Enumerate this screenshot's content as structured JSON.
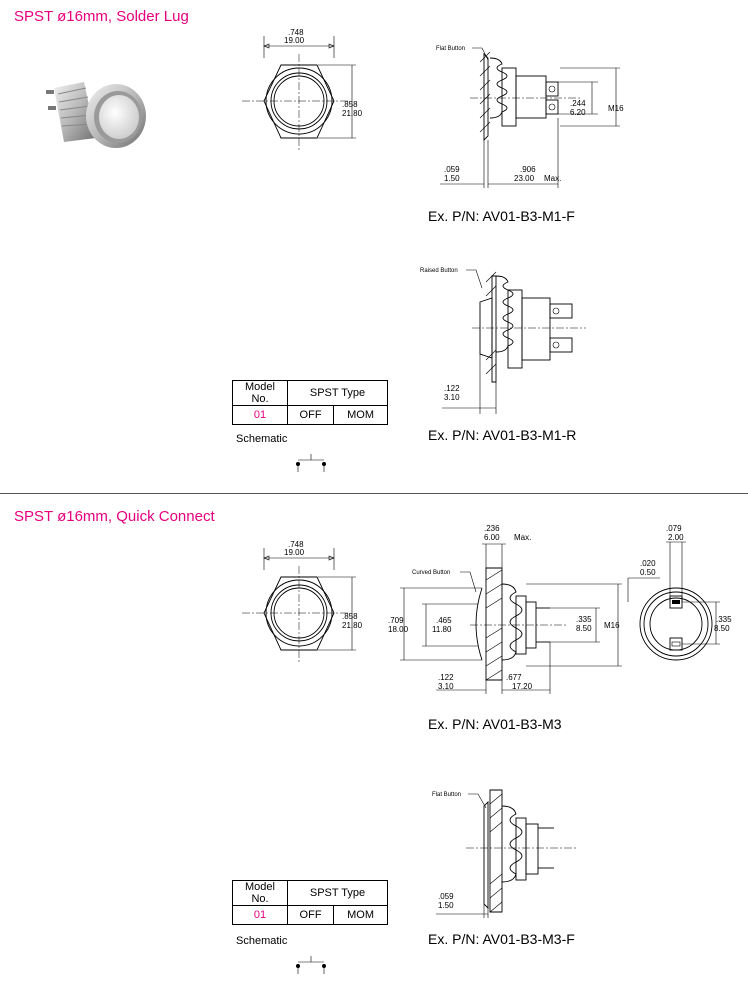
{
  "sections": [
    {
      "title": "SPST  ø16mm, Solder Lug",
      "front_view": {
        "width_in": ".748",
        "width_mm": "19.00",
        "height_in": ".858",
        "height_mm": "21.80"
      },
      "side_view_1": {
        "button_label": "Flat Button",
        "thread": "M16",
        "terminal_gap_in": ".244",
        "terminal_gap_mm": "6.20",
        "depth_in": ".906",
        "depth_mm": "23.00",
        "depth_note": "Max.",
        "button_in": ".059",
        "button_mm": "1.50",
        "part_number": "Ex. P/N: AV01-B3-M1-F"
      },
      "side_view_2": {
        "button_label": "Raised Button",
        "button_in": ".122",
        "button_mm": "3.10",
        "part_number": "Ex. P/N: AV01-B3-M1-R"
      },
      "model_table": {
        "header_model": "Model No.",
        "header_type": "SPST Type",
        "model": "01",
        "col1": "OFF",
        "col2": "MOM"
      },
      "schematic_label": "Schematic"
    },
    {
      "title": "SPST  ø16mm, Quick Connect",
      "front_view": {
        "width_in": ".748",
        "width_mm": "19.00",
        "height_in": ".858",
        "height_mm": "21.80"
      },
      "side_view_1": {
        "button_label": "Curved Button",
        "thread": "M16",
        "top_in": ".236",
        "top_mm": "6.00",
        "top_note": "Max.",
        "outer_in": ".709",
        "outer_mm": "18.00",
        "inner_in": ".465",
        "inner_mm": "11.80",
        "term_in": ".335",
        "term_mm": "8.50",
        "depth_in": ".677",
        "depth_mm": "17.20",
        "button_in": ".122",
        "button_mm": "3.10",
        "part_number": "Ex. P/N: AV01-B3-M3"
      },
      "rear_view": {
        "tab_in": ".079",
        "tab_mm": "2.00",
        "thick_in": ".020",
        "thick_mm": "0.50",
        "span_in": ".335",
        "span_mm": "8.50"
      },
      "side_view_2": {
        "button_label": "Flat Button",
        "button_in": ".059",
        "button_mm": "1.50",
        "part_number": "Ex. P/N: AV01-B3-M3-F"
      },
      "model_table": {
        "header_model": "Model No.",
        "header_type": "SPST Type",
        "model": "01",
        "col1": "OFF",
        "col2": "MOM"
      },
      "schematic_label": "Schematic"
    }
  ],
  "colors": {
    "title": "#e6007e",
    "model_number": "#e6007e",
    "line": "#000000",
    "divider": "#555555"
  }
}
